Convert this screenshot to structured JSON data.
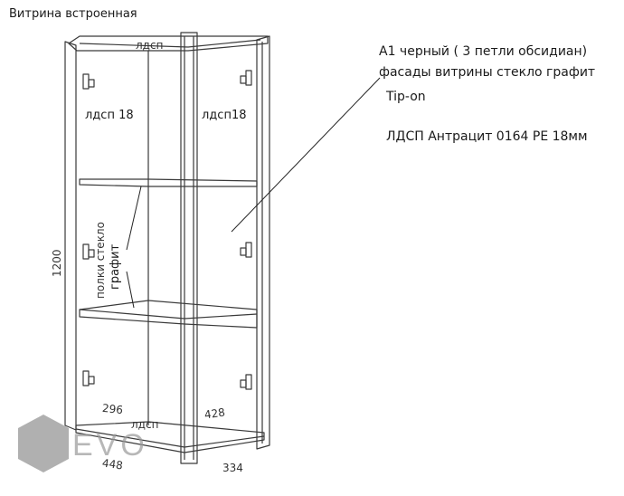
{
  "title": "Витрина встроенная",
  "labels": {
    "top_panel": "лдсп",
    "left_side": "лдсп 18",
    "right_side": "лдсп18",
    "shelves_line1": "полки стекло",
    "shelves_line2": "графит",
    "bottom_panel": "лдсп"
  },
  "notes": {
    "line1": "А1 черный ( 3 петли обсидиан)",
    "line2": "фасады витрины стекло графит",
    "line3": "Tip-on",
    "line4": "ЛДСП Антрацит 0164 PE 18мм"
  },
  "dimensions": {
    "height": "1200",
    "inner_depth": "296",
    "inner_width": "428",
    "outer_width": "448",
    "outer_depth": "334"
  },
  "watermark": {
    "text": "EVO",
    "icon": "hexagon-logo-icon"
  },
  "colors": {
    "line": "#3a3a3a",
    "leader": "#222222",
    "watermark": "#9a9a9a"
  }
}
